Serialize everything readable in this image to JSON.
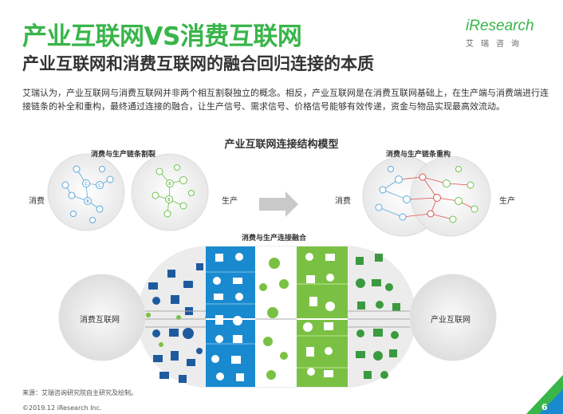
{
  "header": {
    "title": "产业互联网VS消费互联网",
    "subtitle": "产业互联网和消费互联网的融合回归连接的本质"
  },
  "logo": {
    "brand_i": "i",
    "brand_rest": "Research",
    "cn": "艾瑞咨询"
  },
  "intro": "艾瑞认为，产业互联网与消费互联网并非两个相互割裂独立的概念。相反，产业互联网是在消费互联网基础上，在生产端与消费端进行连接链条的补全和重构，最终通过连接的融合，让生产信号、需求信号、价格信号能够有效传递，资金与物品实现最高效流动。",
  "model": {
    "title": "产业互联网连接结构模型",
    "left_caption": "消费与生产链条割裂",
    "right_caption": "消费与生产链条重构",
    "bottom_caption": "消费与生产连接融合",
    "consume": "消费",
    "produce": "生产",
    "consume_right": "消费",
    "produce_right": "生产",
    "consumer_internet": "消费互联网",
    "industrial_internet": "产业互联网",
    "node_c": "C",
    "node_b": "B"
  },
  "colors": {
    "accent_green": "#39b54a",
    "blue": "#1a8ad0",
    "lime": "#7ac143"
  },
  "footer": {
    "source": "来源：艾瑞咨询研究院自主研究及绘制。",
    "copyright": "©2019.12 iResearch Inc.",
    "page": "6"
  }
}
